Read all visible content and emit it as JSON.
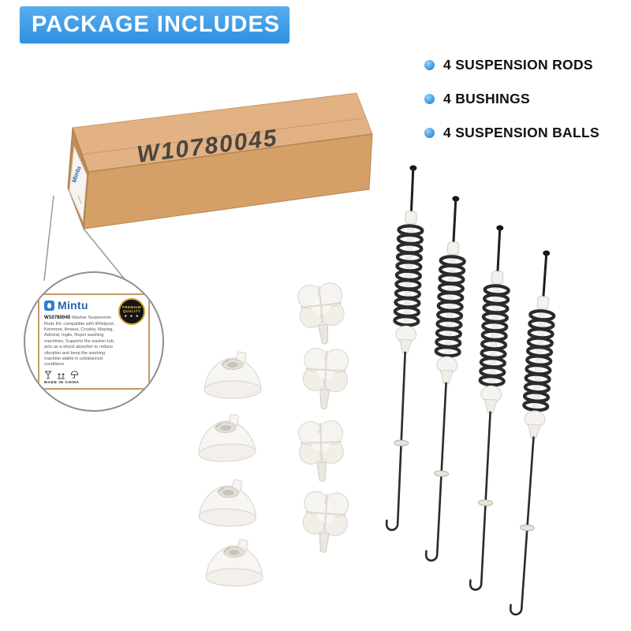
{
  "banner": {
    "title": "PACKAGE INCLUDES",
    "bg_color": "#2d90e0",
    "text_color": "#ffffff"
  },
  "includes": {
    "bullet_color": "#1d7fd4",
    "items": [
      {
        "label": "4 SUSPENSION RODS"
      },
      {
        "label": "4 BUSHINGS"
      },
      {
        "label": "4 SUSPENSION BALLS"
      }
    ]
  },
  "box": {
    "printed_part_number": "W10780045",
    "kraft_color": "#d59f68"
  },
  "zoom_label": {
    "brand": "Mintu",
    "badge_line1": "PREMIUM",
    "badge_line2": "QUALITY",
    "badge_stars": "★ ★ ★",
    "part_number": "W10780045",
    "description": "Washer Suspension Rods Kit: compatible with Whirlpool, Kenmore, Amana, Crosley, Maytag, Admiral, Inglis, Roper washing machines. Supports the washer tub, acts as a shock absorber to reduce vibration and keep the washing machine stable in unbalanced conditions",
    "made_in": "MADE IN CHINA"
  },
  "parts": {
    "suspension_rods": 4,
    "bushings": 4,
    "suspension_balls": 4
  }
}
